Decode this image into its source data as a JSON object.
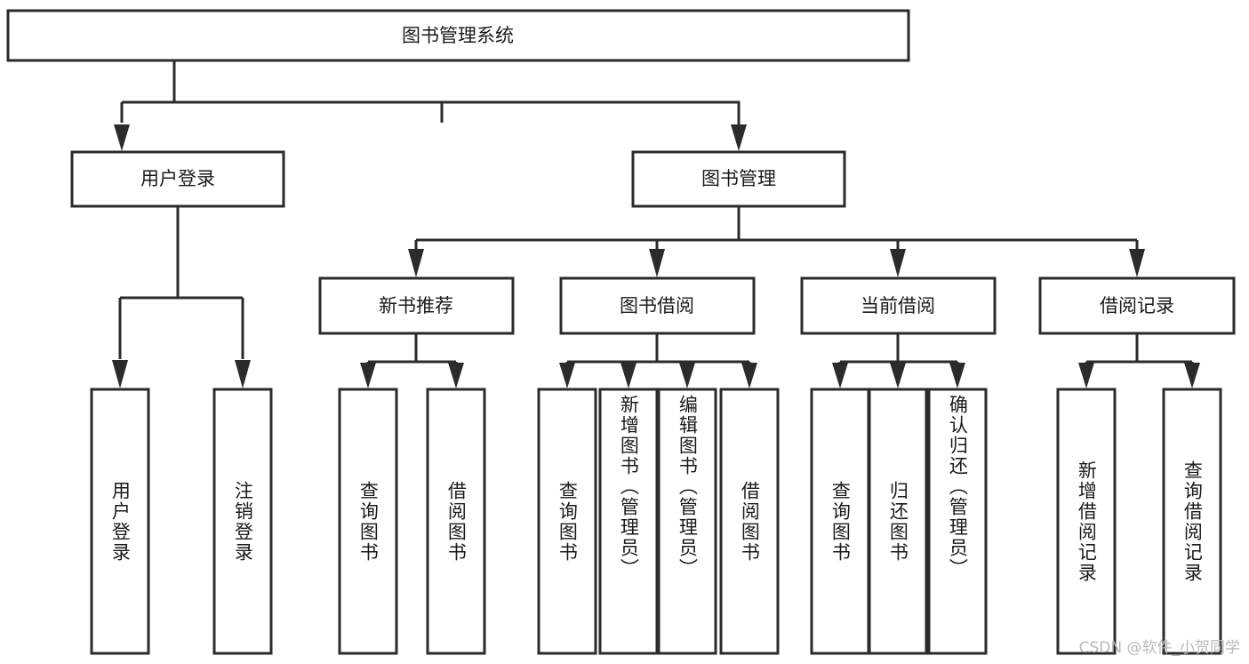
{
  "diagram": {
    "type": "tree",
    "orientation": "top-down",
    "root": {
      "id": "root",
      "label": "图书管理系统"
    },
    "level2": [
      {
        "id": "user-login",
        "label": "用户登录"
      },
      {
        "id": "book-mgmt",
        "label": "图书管理"
      }
    ],
    "level3": [
      {
        "id": "new-book-rec",
        "label": "新书推荐",
        "parent": "book-mgmt"
      },
      {
        "id": "book-borrow",
        "label": "图书借阅",
        "parent": "book-mgmt"
      },
      {
        "id": "current-borrow",
        "label": "当前借阅",
        "parent": "book-mgmt"
      },
      {
        "id": "borrow-record",
        "label": "借阅记录",
        "parent": "book-mgmt"
      }
    ],
    "leaves": {
      "user-login": [
        {
          "id": "leaf-user-login",
          "label": "用户登录"
        },
        {
          "id": "leaf-user-logout",
          "label": "注销登录"
        }
      ],
      "new-book-rec": [
        {
          "id": "leaf-query-book-1",
          "label": "查询图书"
        },
        {
          "id": "leaf-borrow-book-1",
          "label": "借阅图书"
        }
      ],
      "book-borrow": [
        {
          "id": "leaf-query-book-2",
          "label": "查询图书"
        },
        {
          "id": "leaf-add-book",
          "label": "新增图书（管理员）"
        },
        {
          "id": "leaf-edit-book",
          "label": "编辑图书（管理员）"
        },
        {
          "id": "leaf-borrow-book-2",
          "label": "借阅图书"
        }
      ],
      "current-borrow": [
        {
          "id": "leaf-query-book-3",
          "label": "查询图书"
        },
        {
          "id": "leaf-return-book",
          "label": "归还图书"
        },
        {
          "id": "leaf-confirm-return",
          "label": "确认归还（管理员）"
        }
      ],
      "borrow-record": [
        {
          "id": "leaf-add-record",
          "label": "新增借阅记录"
        },
        {
          "id": "leaf-query-record",
          "label": "查询借阅记录"
        }
      ]
    }
  },
  "watermark": {
    "text": "CSDN @软件_小贺同学"
  },
  "colors": {
    "stroke": "#2b2b2b",
    "fill": "#ffffff",
    "text": "#1a1a1a",
    "watermark": "#b9b9b9"
  }
}
